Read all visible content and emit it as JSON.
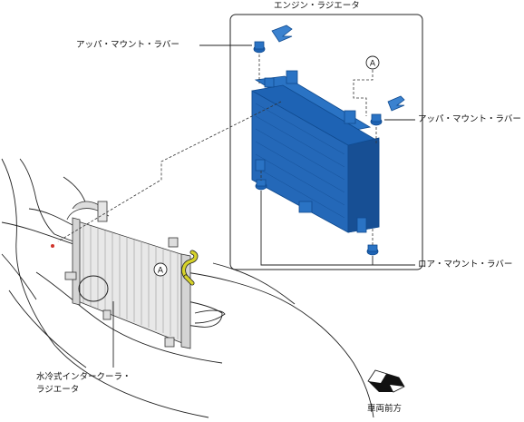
{
  "labels": {
    "engine_radiator": "エンジン・ラジエータ",
    "upper_mount_rubber_left": "アッパ・マウント・ラバー",
    "upper_mount_rubber_right": "アッパ・マウント・ラバー",
    "lower_mount_rubber": "ロア・マウント・ラバー",
    "intercooler_line1": "水冷式インタークーラ・",
    "intercooler_line2": "ラジエータ",
    "vehicle_front": "車両前方",
    "marker_a_top": "A",
    "marker_a_bottom": "A"
  },
  "colors": {
    "radiator_blue": "#1e63b4",
    "radiator_dark": "#0f4a8f",
    "hose_yellow": "#d6d22a",
    "line": "#222222"
  },
  "icons": {
    "vehicle_front_arrow": "arrow-icon"
  }
}
